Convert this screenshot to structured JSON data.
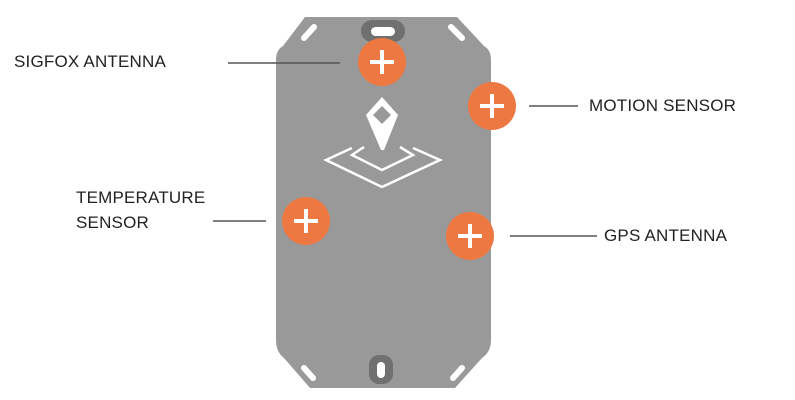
{
  "labels": {
    "sigfox": "SIGFOX ANTENNA",
    "motion": "MOTION SENSOR",
    "temperature_line1": "TEMPERATURE",
    "temperature_line2": "SENSOR",
    "gps": "GPS ANTENNA"
  },
  "colors": {
    "device": "#999999",
    "marker": "#EE7842",
    "leader": "#555555",
    "text": "#222222"
  }
}
